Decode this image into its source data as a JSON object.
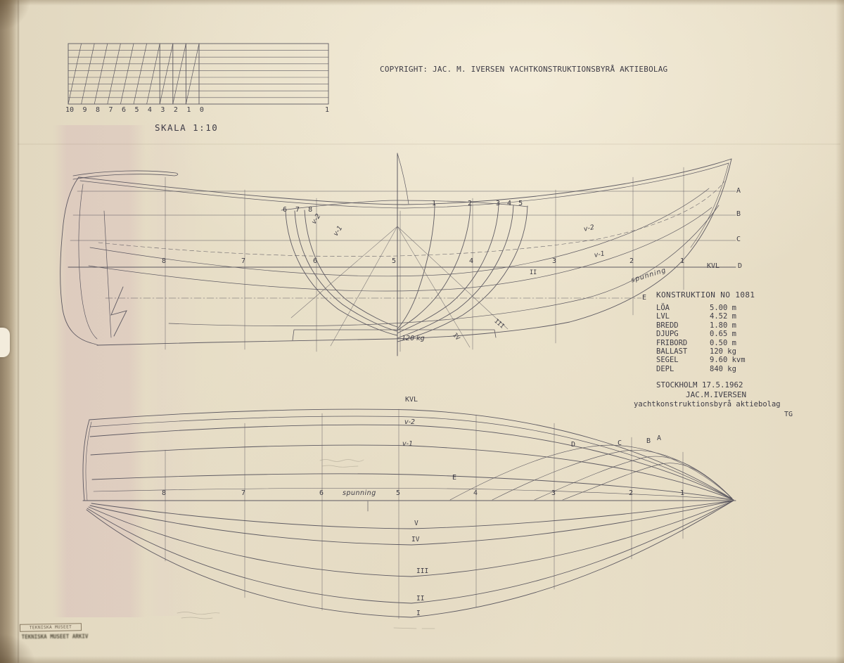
{
  "scale_bar": {
    "ticks": [
      "10",
      "9",
      "8",
      "7",
      "6",
      "5",
      "4",
      "3",
      "2",
      "1",
      "0"
    ],
    "far_tick": "1",
    "label": "SKALA 1:10"
  },
  "copyright": "COPYRIGHT: JAC. M. IVERSEN YACHTKONSTRUKTIONSBYRÅ AKTIEBOLAG",
  "profile": {
    "stations": [
      "8",
      "7",
      "6",
      "5",
      "4",
      "3",
      "2",
      "1"
    ],
    "sections_aft": "6 7 8",
    "section_1": "1",
    "section_2": "2",
    "sections_fwd": "3 4 5",
    "wl_a": "A",
    "wl_b": "B",
    "wl_c": "C",
    "wl_d": "D",
    "wl_e": "E",
    "kvl": "KVL",
    "v2_right": "v-2",
    "v1_right": "v-1",
    "v2_left": "v-2",
    "v1_left": "v-1",
    "spunning": "spunning",
    "ballast": "120 kg",
    "diag_2": "II",
    "diag_3": "III",
    "diag_4": "IV"
  },
  "spec_table": {
    "title": "KONSTRUKTION NO 1081",
    "rows": [
      {
        "label": "LÖA",
        "value": "5.00 m"
      },
      {
        "label": "LVL",
        "value": "4.52 m"
      },
      {
        "label": "BREDD",
        "value": "1.80 m"
      },
      {
        "label": "DJUPG",
        "value": "0.65 m"
      },
      {
        "label": "FRIBORD",
        "value": "0.50 m"
      },
      {
        "label": "BALLAST",
        "value": "120 kg"
      },
      {
        "label": "SEGEL",
        "value": "9.60 kvm"
      },
      {
        "label": "DEPL",
        "value": "840 kg"
      }
    ],
    "place_date": "STOCKHOLM 17.5.1962",
    "designer": "JAC.M.IVERSEN",
    "bureau": "yachtkonstruktionsbyrå aktiebolag",
    "initials": "TG"
  },
  "plan": {
    "kvl": "KVL",
    "v2": "v-2",
    "v1": "v-1",
    "e": "E",
    "wl_d": "D",
    "wl_c": "C",
    "wl_b": "B",
    "wl_a": "A",
    "stations": [
      "8",
      "7",
      "6",
      "5",
      "4",
      "3",
      "2",
      "1"
    ],
    "spunning": "spunning",
    "diagonals": [
      "V",
      "IV",
      "III",
      "II",
      "I"
    ]
  },
  "stamps": {
    "museum_box": "TEKNISKA MUSEET",
    "museum_mark": "TEKNISKA MUSEET ARKIV"
  }
}
